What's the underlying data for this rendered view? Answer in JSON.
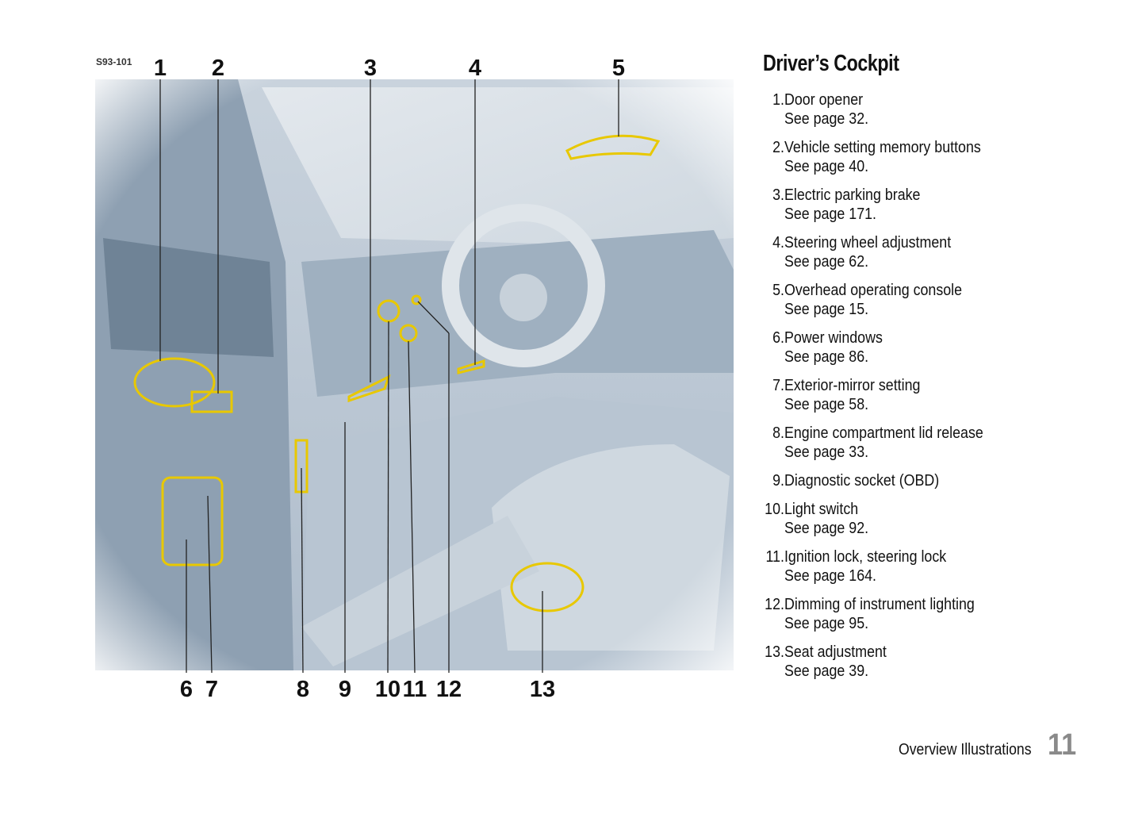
{
  "figure": {
    "code": "S93-101",
    "callouts_top": [
      "1",
      "2",
      "3",
      "4",
      "5"
    ],
    "callouts_bottom": [
      "6",
      "7",
      "8",
      "9",
      "10",
      "11",
      "12",
      "13"
    ],
    "highlight_color": "#e8c800"
  },
  "title": "Driver’s Cockpit",
  "items": [
    {
      "num": "1.",
      "label": "Door opener",
      "ref": "See page 32."
    },
    {
      "num": "2.",
      "label": "Vehicle setting memory buttons",
      "ref": "See page 40."
    },
    {
      "num": "3.",
      "label": "Electric parking brake",
      "ref": "See page 171."
    },
    {
      "num": "4.",
      "label": "Steering wheel adjustment",
      "ref": "See page 62."
    },
    {
      "num": "5.",
      "label": "Overhead operating console",
      "ref": "See page 15."
    },
    {
      "num": "6.",
      "label": "Power windows",
      "ref": "See page 86."
    },
    {
      "num": "7.",
      "label": "Exterior-mirror setting",
      "ref": "See page 58."
    },
    {
      "num": "8.",
      "label": "Engine compartment lid release",
      "ref": "See page 33."
    },
    {
      "num": "9.",
      "label": "Diagnostic socket (OBD)",
      "ref": null
    },
    {
      "num": "10.",
      "label": "Light switch",
      "ref": "See page 92."
    },
    {
      "num": "11.",
      "label": "Ignition lock, steering lock",
      "ref": "See page 164."
    },
    {
      "num": "12.",
      "label": "Dimming of instrument lighting",
      "ref": "See page 95."
    },
    {
      "num": "13.",
      "label": "Seat adjustment",
      "ref": "See page 39."
    }
  ],
  "footer": {
    "section": "Overview Illustrations",
    "page": "11"
  }
}
